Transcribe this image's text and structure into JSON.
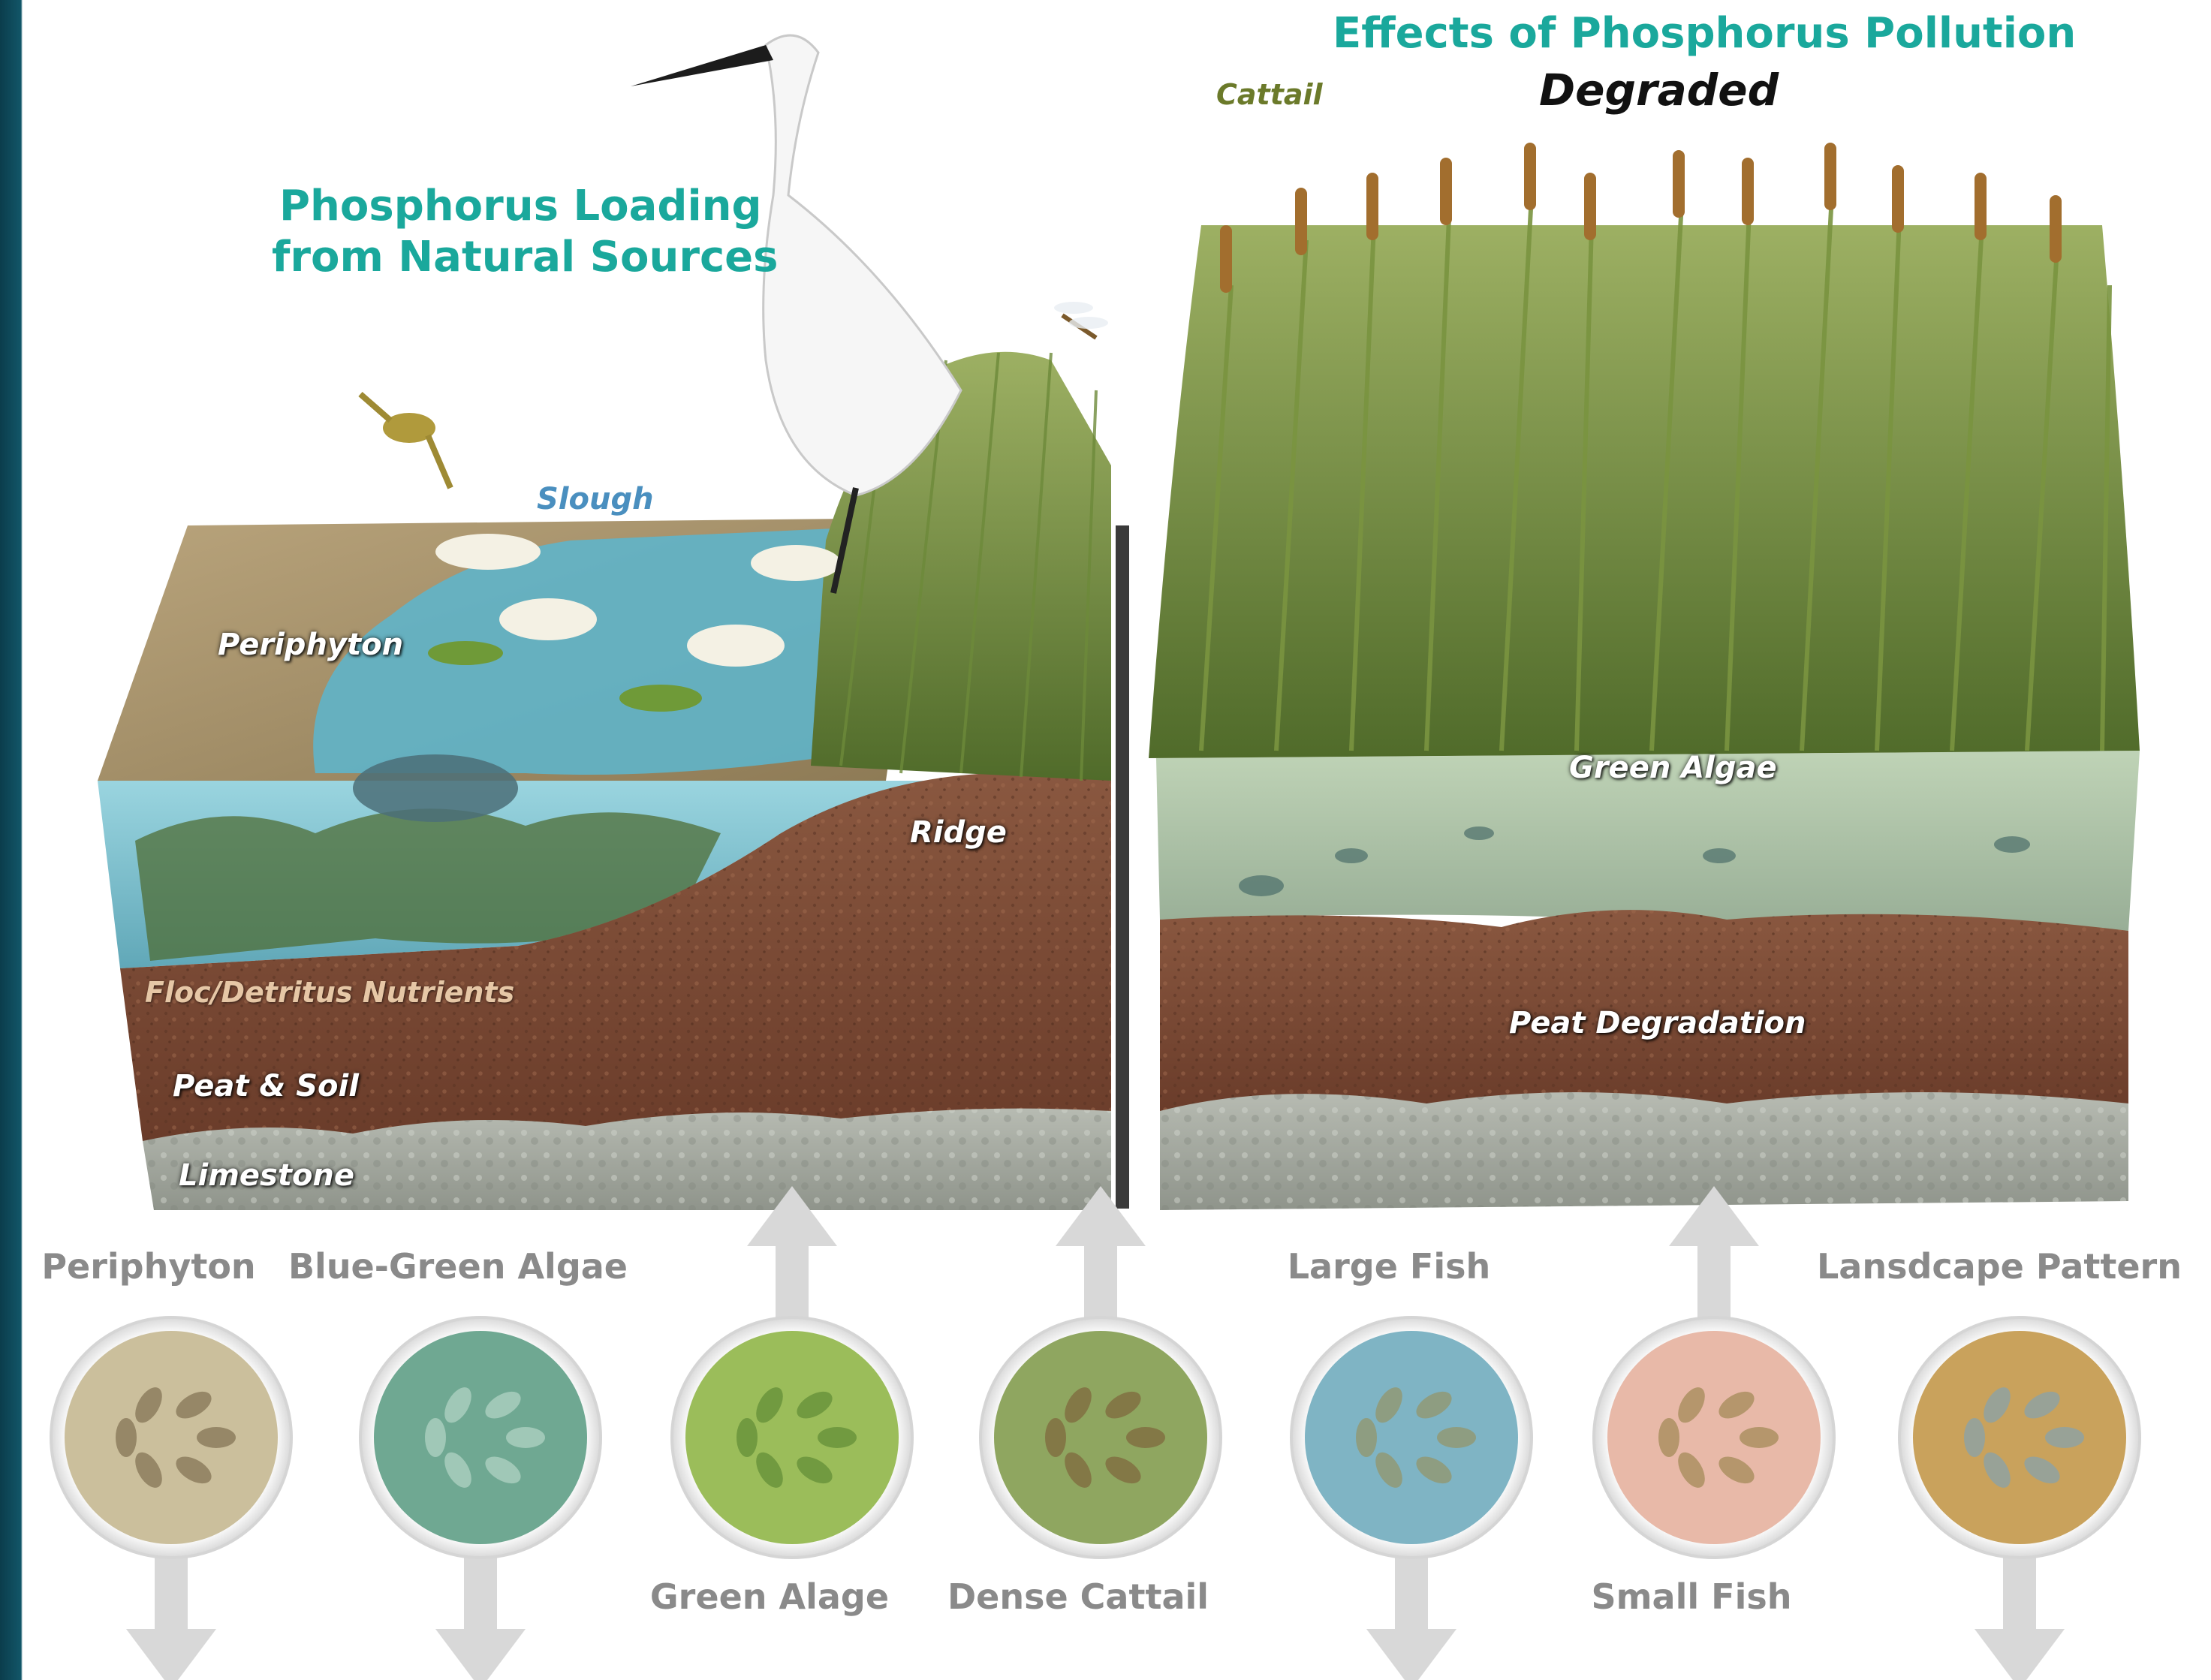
{
  "titles": {
    "natural": "Phosphorus Loading\nfrom Natural Sources",
    "natural_line1": "Phosphorus Loading",
    "natural_line2": "from Natural Sources",
    "pollution": "Effects of Phosphorus Pollution",
    "degraded": "Degraded"
  },
  "left_block_labels": {
    "slough": "Slough",
    "periphyton": "Periphyton",
    "ridge": "Ridge",
    "floc": "Floc/Detritus Nutrients",
    "peat_soil": "Peat & Soil",
    "limestone": "Limestone"
  },
  "right_block_labels": {
    "cattail": "Cattail",
    "green_algae": "Green Algae",
    "peat_degradation": "Peat Degradation"
  },
  "indicators": [
    {
      "label": "Periphyton",
      "trend": "down",
      "label_position": "top",
      "icon": "periphyton-texture"
    },
    {
      "label": "Blue-Green Algae",
      "trend": "down",
      "label_position": "top",
      "icon": "blue-green-algae-cell"
    },
    {
      "label": "Green Alage",
      "trend": "up",
      "label_position": "bottom",
      "icon": "green-algae-cells"
    },
    {
      "label": "Dense Cattail",
      "trend": "up",
      "label_position": "bottom",
      "icon": "cattail-stems"
    },
    {
      "label": "Large Fish",
      "trend": "down",
      "label_position": "top",
      "icon": "bass-fish"
    },
    {
      "label": "Small Fish",
      "trend": "up",
      "label_position": "bottom",
      "icon": "small-fish-group"
    },
    {
      "label": "Lansdcape Pattern",
      "trend": "down",
      "label_position": "top",
      "icon": "marsh-landscape"
    }
  ],
  "colors": {
    "teal_title": "#1aa89c",
    "background_border": "#0f4a5c",
    "peat": "#7a4a35",
    "limestone": "#a8aca4",
    "water": "#6fb8c8",
    "arrow": "#d8d8d8"
  }
}
